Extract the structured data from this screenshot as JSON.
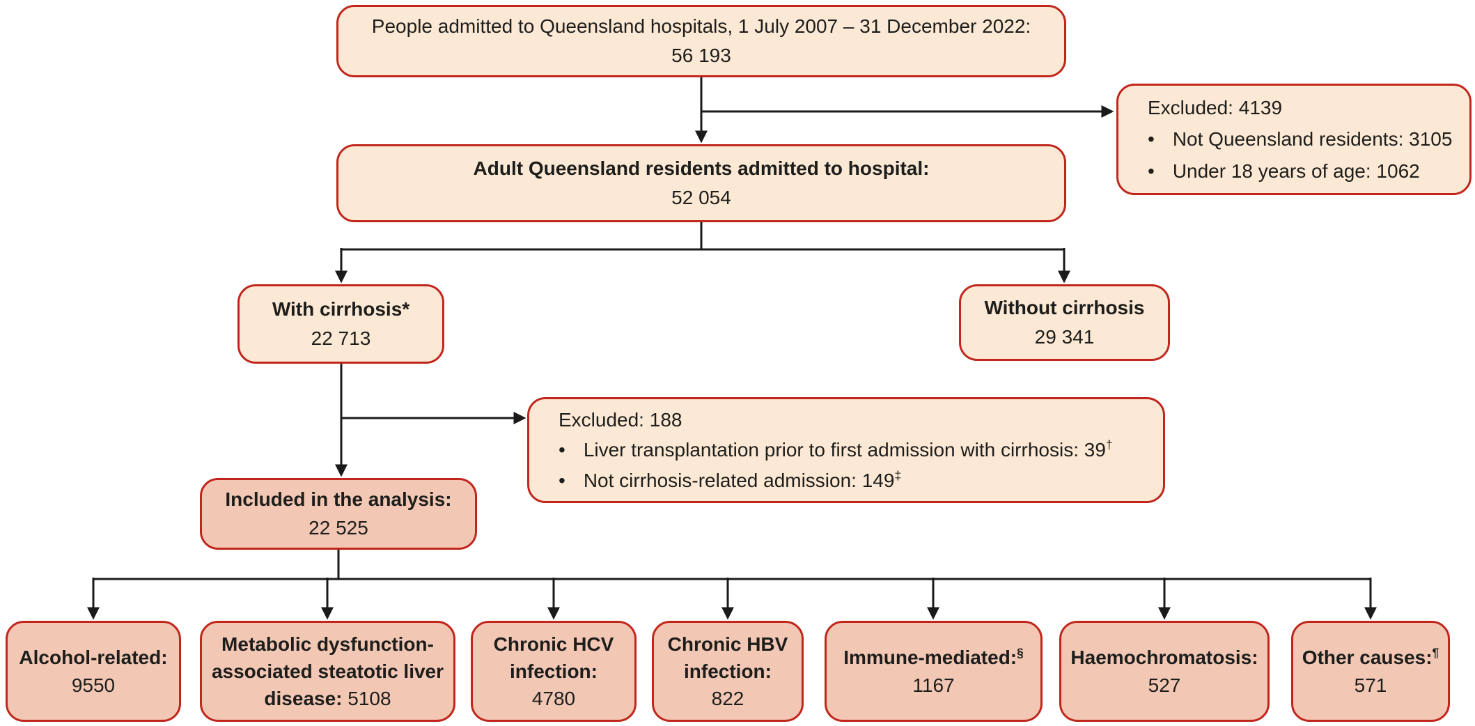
{
  "colors": {
    "background": "#ffffff",
    "light_fill": "#fce9d5",
    "dark_fill": "#f2c8b5",
    "border": "#c1261c",
    "line": "#1a1a1a",
    "text": "#1d1d1b"
  },
  "boxes": {
    "admitted_total": {
      "title": "People admitted to Queensland hospitals, 1 July 2007 – 31 December 2022:",
      "value": "56 193"
    },
    "excluded_admissions": {
      "title": "Excluded: 4139",
      "bullets": [
        {
          "text": "Not Queensland residents: 3105",
          "sup": ""
        },
        {
          "text": "Under 18 years of age: 1062",
          "sup": ""
        }
      ]
    },
    "adult_residents": {
      "title": "Adult Queensland residents admitted to hospital:",
      "value": "52 054"
    },
    "with_cirrhosis": {
      "title": "With cirrhosis*",
      "value": "22 713"
    },
    "without_cirrhosis": {
      "title": "Without cirrhosis",
      "value": "29 341"
    },
    "excluded_cirrhosis": {
      "title": "Excluded: 188",
      "bullets": [
        {
          "text": "Liver transplantation prior to first admission with cirrhosis: 39",
          "sup": "†"
        },
        {
          "text": "Not cirrhosis-related admission: 149",
          "sup": "‡"
        }
      ]
    },
    "included": {
      "title": "Included in the analysis:",
      "value": "22 525"
    },
    "aetiologies": [
      {
        "label": "Alcohol-related:",
        "sup": "",
        "value": "9550"
      },
      {
        "label": "Metabolic dysfunction-associated steatotic liver disease:",
        "sup": "",
        "value": "5108"
      },
      {
        "label": "Chronic HCV infection:",
        "sup": "",
        "value": "4780"
      },
      {
        "label": "Chronic HBV infection:",
        "sup": "",
        "value": "822"
      },
      {
        "label": "Immune-mediated:",
        "sup": "§",
        "value": "1167"
      },
      {
        "label": "Haemochromatosis:",
        "sup": "",
        "value": "527"
      },
      {
        "label": "Other causes:",
        "sup": "¶",
        "value": "571"
      }
    ]
  }
}
